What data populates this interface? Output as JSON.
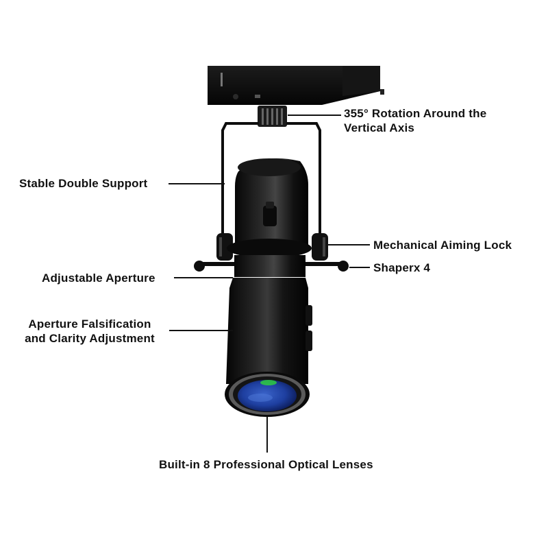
{
  "diagram": {
    "labels": {
      "rotation": [
        "355° Rotation Around the",
        "Vertical Axis"
      ],
      "support": "Stable Double Support",
      "aiming_lock": "Mechanical Aiming Lock",
      "shaper": "Shaperx 4",
      "aperture": "Adjustable Aperture",
      "clarity": [
        "Aperture Falsification",
        "and Clarity Adjustment"
      ],
      "lenses": "Built-in 8 Professional Optical Lenses"
    }
  },
  "colors": {
    "background": "#ffffff",
    "body": "#0d0d0d",
    "label_text": "#111111",
    "lens": "#1e3fa0",
    "lens_glint": "#2ecc40"
  }
}
